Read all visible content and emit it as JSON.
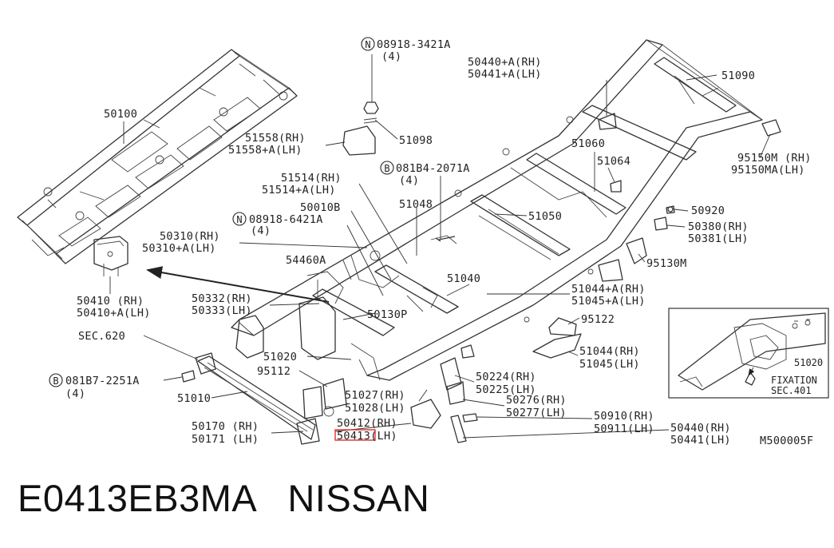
{
  "caption": "E0413EB3MA   NISSAN",
  "diagram_code": "M500005F",
  "highlight_color": "#e0302a",
  "labels": {
    "bolt_top": "08918-3421A",
    "bolt_top_qty": "(4)",
    "p50440_rh": "50440+A(RH)",
    "p50441_lh": "50441+A(LH)",
    "p51090": "51090",
    "p50100": "50100",
    "p51558_rh": "51558(RH)",
    "p51558_lh": "51558+A(LH)",
    "p51098": "51098",
    "bolt_b1": "081B4-2071A",
    "bolt_b1_qty": "(4)",
    "p51060": "51060",
    "p51064": "51064",
    "p95150_rh": "95150M (RH)",
    "p95150_lh": "95150MA(LH)",
    "p51514_rh": "51514(RH)",
    "p51514_lh": "51514+A(LH)",
    "p50010b": "50010B",
    "p51048": "51048",
    "bolt_n2": "08918-6421A",
    "bolt_n2_qty": "(4)",
    "p51050": "51050",
    "p50920": "50920",
    "p50380_rh": "50380(RH)",
    "p50381_lh": "50381(LH)",
    "p50310_rh": "50310(RH)",
    "p50310_lh": "50310+A(LH)",
    "p95130m": "95130M",
    "p54460a": "54460A",
    "p51040": "51040",
    "p51044_rh": "51044+A(RH)",
    "p51045_lh": "51045+A(LH)",
    "p50410_rh": "50410  (RH)",
    "p50410_lh": "50410+A(LH)",
    "p50332_rh": "50332(RH)",
    "p50333_lh": "50333(LH)",
    "p50130p": "50130P",
    "p95122": "95122",
    "sec620": "SEC.620",
    "p51044b_rh": "51044(RH)",
    "p51045b_lh": "51045(LH)",
    "p51020": "51020",
    "p95112": "95112",
    "p50224_rh": "50224(RH)",
    "p50225_lh": "50225(LH)",
    "bolt_b2": "081B7-2251A",
    "bolt_b2_qty": "(4)",
    "p51027_rh": "51027(RH)",
    "p51028_lh": "51028(LH)",
    "p50276_rh": "50276(RH)",
    "p50277_lh": "50277(LH)",
    "p51010": "51010",
    "p50910_rh": "50910(RH)",
    "p50911_lh": "50911(LH)",
    "p50412_rh": "50412(RH)",
    "p50413_lh": "50413(LH)",
    "p50440b_rh": "50440(RH)",
    "p50441b_lh": "50441(LH)",
    "p50170_rh": "50170 (RH)",
    "p50171_lh": "50171 (LH)",
    "inset_51020": "51020",
    "inset_fixation": "FIXATION",
    "inset_sec401": "SEC.401"
  }
}
